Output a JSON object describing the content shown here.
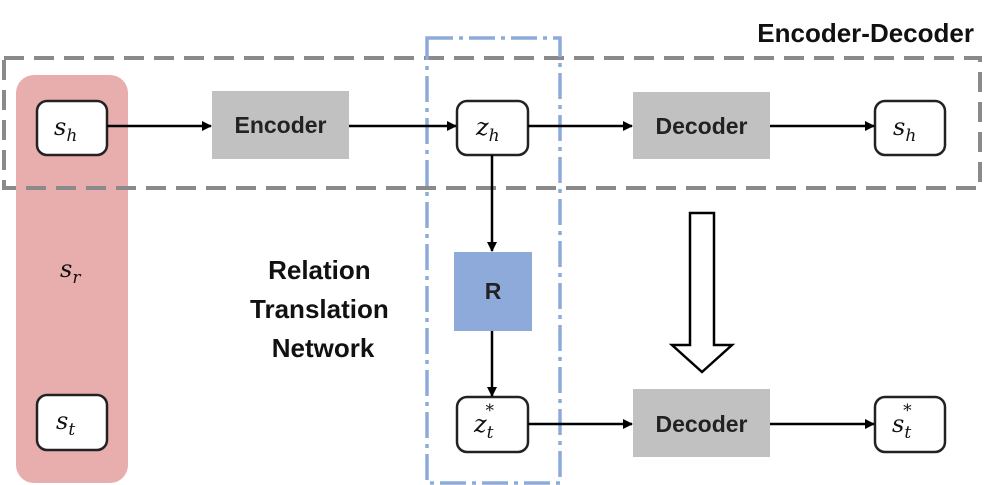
{
  "title": "Encoder-Decoder",
  "side_label": "Relation Translation Network",
  "side_label_lines": [
    "Relation",
    "Translation",
    "Network"
  ],
  "blocks": {
    "encoder": "Encoder",
    "decoder_top": "Decoder",
    "decoder_bottom": "Decoder",
    "relation": "R"
  },
  "variables": {
    "s_h_input": {
      "base": "s",
      "sub": "h",
      "sup": ""
    },
    "s_r": {
      "base": "s",
      "sub": "r",
      "sup": ""
    },
    "s_t": {
      "base": "s",
      "sub": "t",
      "sup": ""
    },
    "z_h": {
      "base": "z",
      "sub": "h",
      "sup": ""
    },
    "z_t_star": {
      "base": "z",
      "sub": "t",
      "sup": "*"
    },
    "s_h_output": {
      "base": "s",
      "sub": "h",
      "sup": ""
    },
    "s_t_star": {
      "base": "s",
      "sub": "t",
      "sup": "*"
    }
  },
  "colors": {
    "pink_panel": "#e8aeae",
    "gray_block": "#c1c1c1",
    "blue_block": "#8eaadb",
    "dashed_gray": "#8a8a8a",
    "dash_dot_blue": "#8eaadb"
  }
}
